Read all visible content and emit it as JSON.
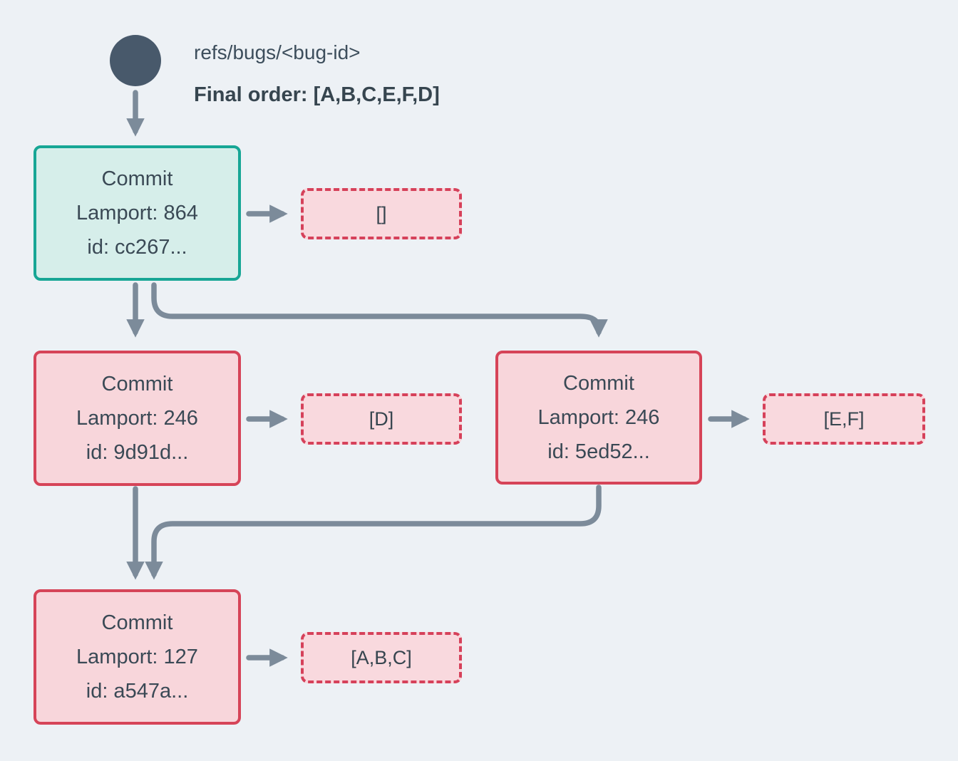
{
  "header": {
    "ref_name": "refs/bugs/<bug-id>",
    "final_order": "Final order: [A,B,C,E,F,D]"
  },
  "nodes": {
    "root": {
      "title": "Commit",
      "lamport": "Lamport: 864",
      "id": "id: cc267...",
      "ops": "[]"
    },
    "left": {
      "title": "Commit",
      "lamport": "Lamport: 246",
      "id": "id: 9d91d...",
      "ops": "[D]"
    },
    "right": {
      "title": "Commit",
      "lamport": "Lamport: 246",
      "id": "id: 5ed52...",
      "ops": "[E,F]"
    },
    "merge": {
      "title": "Commit",
      "lamport": "Lamport: 127",
      "id": "id: a547a...",
      "ops": "[A,B,C]"
    }
  },
  "colors": {
    "background": "#edf1f5",
    "ref_node": "#48596b",
    "text": "#3a4955",
    "arrow": "#7c8b9a",
    "teal_border": "#17a695",
    "teal_fill": "#d6eeea",
    "red_border": "#d64458",
    "pink_fill": "#f8d6db",
    "dashed_border": "#d6415a",
    "dashed_fill": "#f9d9de"
  }
}
